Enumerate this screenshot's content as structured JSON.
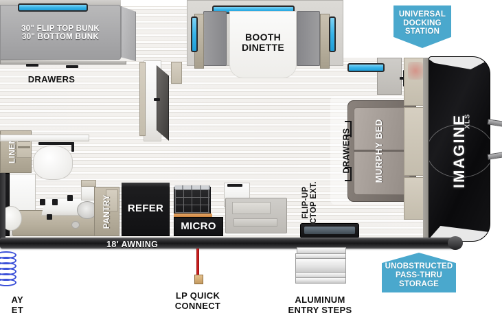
{
  "floorplan": {
    "brand": "IMAGINE",
    "sub_brand": "XLS",
    "awning_label": "18' AWNING"
  },
  "labels": {
    "bunk": "30\" FLIP TOP BUNK\n30\" BOTTOM BUNK",
    "drawers_left": "DRAWERS",
    "booth_dinette": "BOOTH\nDINETTE",
    "linen": "LINEN",
    "pantry": "PANTRY",
    "refer": "REFER",
    "micro": "MICRO",
    "flip_up": "FLIP-UP\nCTOP EXT.",
    "drawers_right": "DRAWERS",
    "murphy_bed": "MURPHY BED"
  },
  "badges": [
    {
      "id": "universal-docking-station",
      "text": "UNIVERSAL\nDOCKING\nSTATION",
      "shape": "pennant",
      "color": "#4aa8cd"
    },
    {
      "id": "unobstructed-pass-thru-storage",
      "text": "UNOBSTRUCTED\nPASS-THRU\nSTORAGE",
      "shape": "house",
      "color": "#4aa8cd"
    }
  ],
  "callouts": [
    {
      "id": "lp-quick-connect",
      "text": "LP QUICK\nCONNECT"
    },
    {
      "id": "aluminum-entry-steps",
      "text": "ALUMINUM\nENTRY STEPS"
    },
    {
      "id": "cut-off-left-callout",
      "text": "AY\nET"
    }
  ],
  "colors": {
    "accent_blue": "#4aa8cd",
    "window_blue": "#36b3e8",
    "floor": "#eceae6",
    "cabinet_tan": "#b6ae9c",
    "appliance_black": "#1d1d1f",
    "awning_dark": "#161618",
    "lp_red": "#d62020",
    "cable_blue": "#3a4fd8"
  }
}
